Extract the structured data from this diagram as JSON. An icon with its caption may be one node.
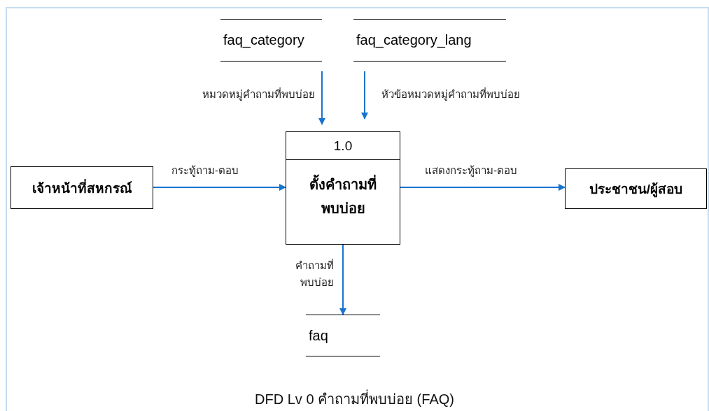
{
  "diagram": {
    "caption": "DFD Lv 0 คำถามที่พบบ่อย (FAQ)",
    "nodes": [
      {
        "text": [
          "faq_category"
        ]
      },
      {
        "text": [
          "faq_category_lang"
        ]
      },
      {
        "text": [
          "1.0",
          "ตั้งคำถามที่พบบ่อย"
        ]
      },
      {
        "text": [
          "เจ้าหน้าที่สหกรณ์"
        ]
      },
      {
        "text": [
          "ประชาชน/ผู้สอบ"
        ]
      },
      {
        "text": [
          "faq"
        ]
      }
    ],
    "edges": [
      {
        "from": 0,
        "to": 2,
        "arrow": "to",
        "label": "หมวดหมู่คำถามที่พบบ่อย"
      },
      {
        "from": 1,
        "to": 2,
        "arrow": "to",
        "label": "หัวข้อหมวดหมู่คำถามที่พบบ่อย"
      },
      {
        "from": 3,
        "to": 2,
        "arrow": "to",
        "label": "กระทู้ถาม-ตอบ"
      },
      {
        "from": 2,
        "to": 4,
        "arrow": "to",
        "label": "แสดงกระทู้ถาม-ตอบ"
      },
      {
        "from": 2,
        "to": 5,
        "arrow": "to",
        "label": "คำถามที่พบบ่อย"
      }
    ]
  }
}
